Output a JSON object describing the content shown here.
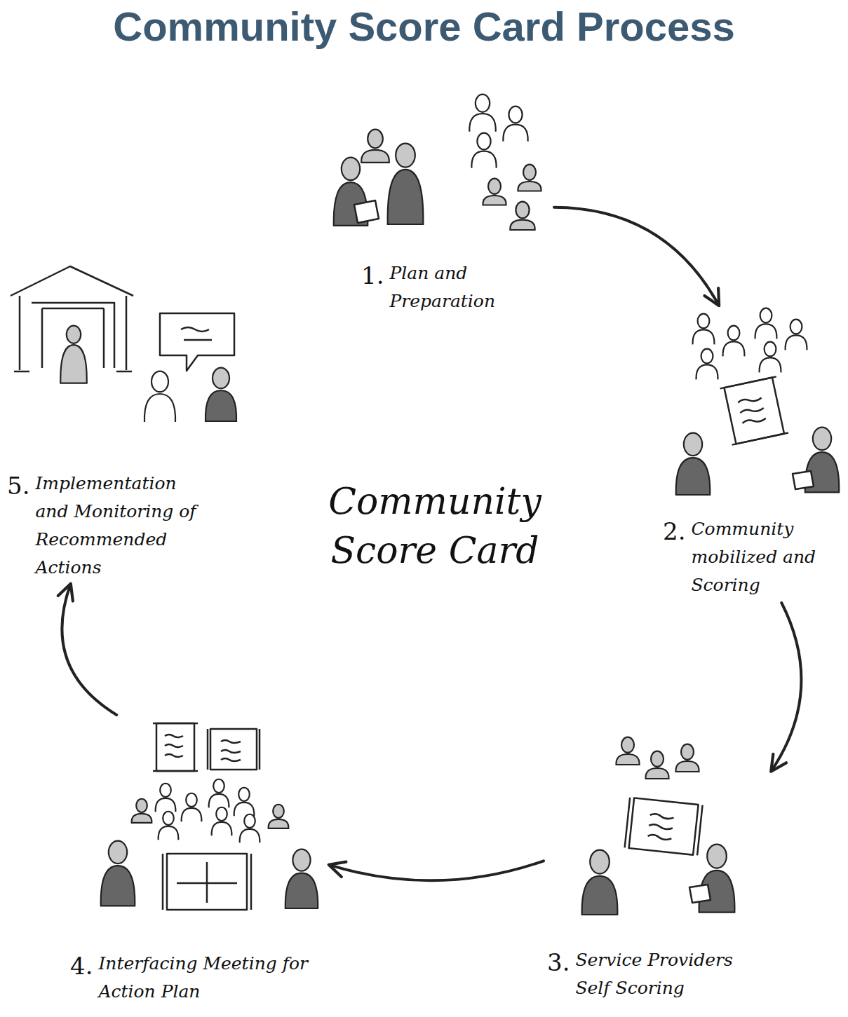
{
  "diagram": {
    "title": "Community Score Card Process",
    "nodes": [
      {
        "text": [
          "1.",
          "Plan and Preparation"
        ]
      },
      {
        "text": [
          "2.",
          "Community mobilized and Scoring"
        ]
      },
      {
        "text": [
          "3.",
          "Service Providers Self Scoring"
        ]
      },
      {
        "text": [
          "4.",
          "Interfacing Meeting for Action Plan"
        ]
      },
      {
        "text": [
          "5.",
          "Implementation and Monitoring of Recommended Actions"
        ]
      }
    ],
    "edges": [
      {
        "from": 0,
        "to": 1,
        "arrow": "to"
      },
      {
        "from": 1,
        "to": 2,
        "arrow": "to"
      },
      {
        "from": 2,
        "to": 3,
        "arrow": "to"
      },
      {
        "from": 3,
        "to": 4,
        "arrow": "to"
      }
    ],
    "labels": [
      "Community Score Card"
    ]
  }
}
